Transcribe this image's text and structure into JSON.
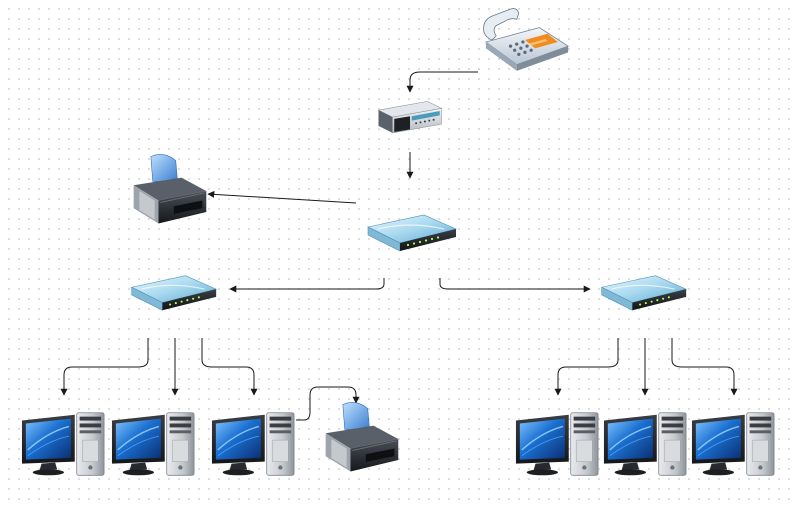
{
  "diagram": {
    "nodes": [
      {
        "id": "telephone",
        "kind": "telephone"
      },
      {
        "id": "modem",
        "kind": "modem"
      },
      {
        "id": "main-router",
        "kind": "router"
      },
      {
        "id": "printer-top",
        "kind": "printer"
      },
      {
        "id": "switch-left",
        "kind": "switch"
      },
      {
        "id": "switch-right",
        "kind": "switch"
      },
      {
        "id": "pc-left-1",
        "kind": "computer"
      },
      {
        "id": "pc-left-2",
        "kind": "computer"
      },
      {
        "id": "pc-left-3",
        "kind": "computer"
      },
      {
        "id": "printer-bottom",
        "kind": "printer"
      },
      {
        "id": "pc-right-1",
        "kind": "computer"
      },
      {
        "id": "pc-right-2",
        "kind": "computer"
      },
      {
        "id": "pc-right-3",
        "kind": "computer"
      }
    ],
    "edges": [
      {
        "from": "telephone",
        "to": "modem"
      },
      {
        "from": "modem",
        "to": "main-router"
      },
      {
        "from": "main-router",
        "to": "printer-top"
      },
      {
        "from": "main-router",
        "to": "switch-left"
      },
      {
        "from": "main-router",
        "to": "switch-right"
      },
      {
        "from": "switch-left",
        "to": "pc-left-1"
      },
      {
        "from": "switch-left",
        "to": "pc-left-2"
      },
      {
        "from": "switch-left",
        "to": "pc-left-3"
      },
      {
        "from": "pc-left-3",
        "to": "printer-bottom"
      },
      {
        "from": "switch-right",
        "to": "pc-right-1"
      },
      {
        "from": "switch-right",
        "to": "pc-right-2"
      },
      {
        "from": "switch-right",
        "to": "pc-right-3"
      }
    ],
    "colors": {
      "connector": "#1a1a1a",
      "screen": "#1560b8",
      "tower": "#c9cdd2",
      "router_body": "#a9d6ea",
      "printer_body": "#2b2f36",
      "printer_paper": "#4f8fd6",
      "phone_keypad": "#f08b1d"
    }
  }
}
